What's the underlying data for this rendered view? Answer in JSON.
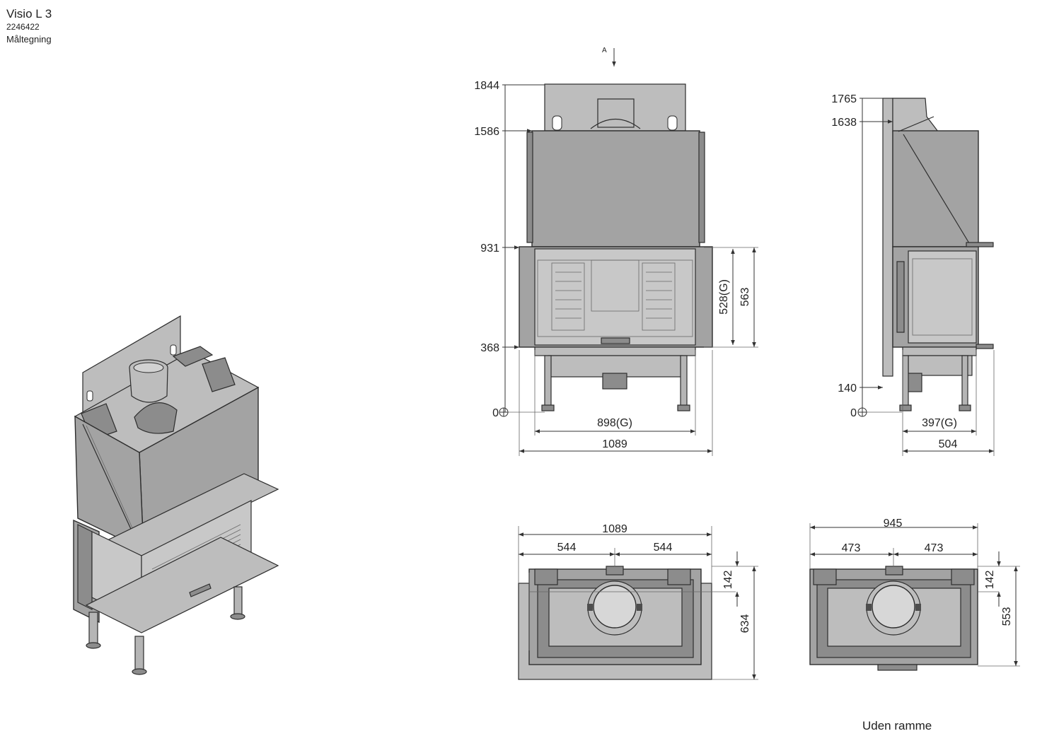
{
  "header": {
    "title": "Visio L 3",
    "code": "2246422",
    "subtitle": "Måltegning"
  },
  "caption": "Uden ramme",
  "front_view": {
    "section_marker": "A",
    "height_labels": [
      "1844",
      "1586",
      "931",
      "368",
      "0"
    ],
    "glass_height": "528(G)",
    "door_height": "563",
    "glass_width": "898(G)",
    "total_width": "1089"
  },
  "side_view": {
    "height_labels": [
      "1765",
      "1638",
      "140",
      "0"
    ],
    "glass_depth": "397(G)",
    "total_depth": "504"
  },
  "top_view_frame": {
    "total_width": "1089",
    "half_left": "544",
    "half_right": "544",
    "flue_offset": "142",
    "total_depth": "634"
  },
  "top_view_no_frame": {
    "total_width": "945",
    "half_left": "473",
    "half_right": "473",
    "flue_offset": "142",
    "total_depth": "553"
  },
  "colors": {
    "steel": "#a3a3a3",
    "glass": "#c8c8c8",
    "outline": "#2d2d2d"
  }
}
